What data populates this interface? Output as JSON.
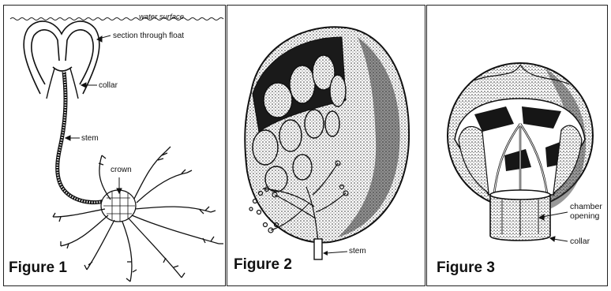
{
  "figures": [
    {
      "title": "Figure 1",
      "labels": {
        "water_surface": "water surface",
        "float_section": "section through float",
        "collar": "collar",
        "stem": "stem",
        "crown": "crown"
      }
    },
    {
      "title": "Figure 2",
      "labels": {
        "stem": "stem"
      }
    },
    {
      "title": "Figure 3",
      "labels": {
        "chamber_opening_line1": "chamber",
        "chamber_opening_line2": "opening",
        "collar": "collar"
      }
    }
  ]
}
